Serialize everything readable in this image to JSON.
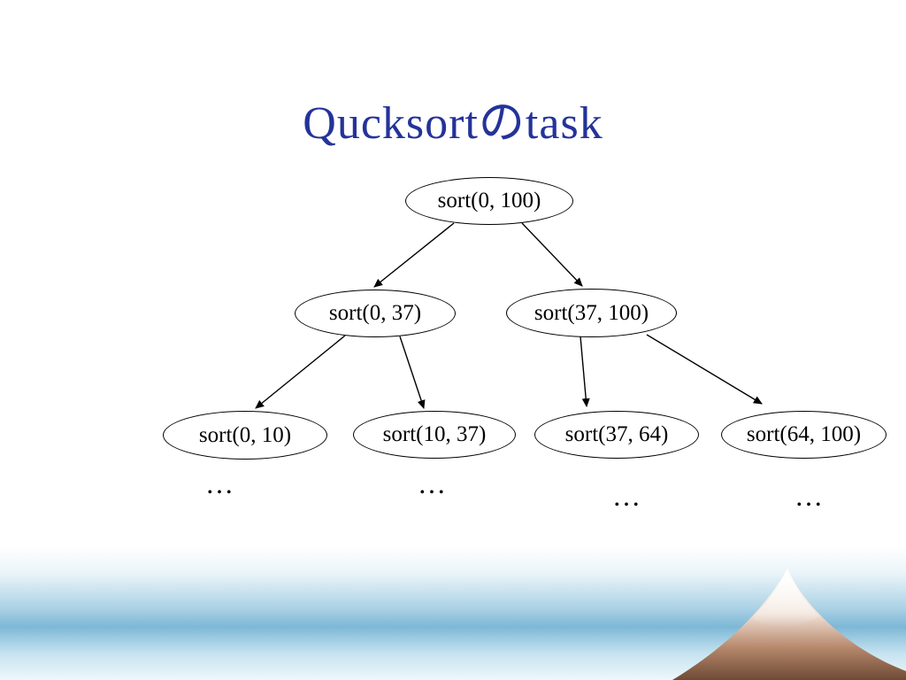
{
  "slide": {
    "title": "Qucksortのtask"
  },
  "tree": {
    "root": {
      "label": "sort(0, 100)"
    },
    "children": [
      {
        "label": "sort(0, 37)"
      },
      {
        "label": "sort(37, 100)"
      }
    ],
    "leaves": [
      {
        "label": "sort(0, 10)",
        "ellipsis": "…"
      },
      {
        "label": "sort(10, 37)",
        "ellipsis": "…"
      },
      {
        "label": "sort(37, 64)",
        "ellipsis": "…"
      },
      {
        "label": "sort(64, 100)",
        "ellipsis": "…"
      }
    ]
  },
  "colors": {
    "title_blue": "#24339a",
    "node_border": "#000000",
    "node_fill": "#ffffff",
    "wave_blue": "#7db8d6",
    "mountain_brown": "#6e4a35"
  }
}
